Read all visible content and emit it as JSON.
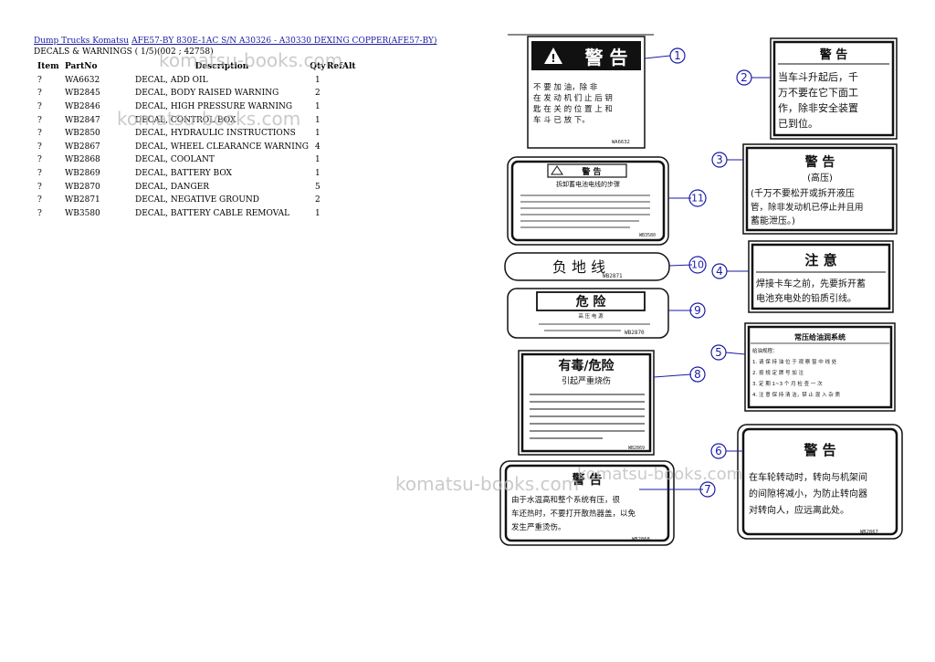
{
  "breadcrumb": {
    "link1": "Dump Trucks Komatsu",
    "link2": "AFE57-BY 830E-1AC S/N A30326 - A30330 DEXING COPPER(AFE57-BY)"
  },
  "subtitle": "DECALS & WARNINGS ( 1/5)(002 ; 42758)",
  "table": {
    "headers": {
      "item": "Item",
      "partno": "PartNo",
      "description": "Description",
      "qty": "Qty",
      "ref": "Ref",
      "alt": "Alt"
    },
    "rows": [
      {
        "item": "?",
        "partno": "WA6632",
        "description": "DECAL, ADD OIL",
        "qty": "1"
      },
      {
        "item": "?",
        "partno": "WB2845",
        "description": "DECAL, BODY RAISED WARNING",
        "qty": "2"
      },
      {
        "item": "?",
        "partno": "WB2846",
        "description": "DECAL, HIGH PRESSURE WARNING",
        "qty": "1"
      },
      {
        "item": "?",
        "partno": "WB2847",
        "description": "DECAL, CONTROL BOX",
        "qty": "1"
      },
      {
        "item": "?",
        "partno": "WB2850",
        "description": "DECAL, HYDRAULIC INSTRUCTIONS",
        "qty": "1"
      },
      {
        "item": "?",
        "partno": "WB2867",
        "description": "DECAL, WHEEL CLEARANCE WARNING",
        "qty": "4"
      },
      {
        "item": "?",
        "partno": "WB2868",
        "description": "DECAL, COOLANT",
        "qty": "1"
      },
      {
        "item": "?",
        "partno": "WB2869",
        "description": "DECAL, BATTERY BOX",
        "qty": "1"
      },
      {
        "item": "?",
        "partno": "WB2870",
        "description": "DECAL, DANGER",
        "qty": "5"
      },
      {
        "item": "?",
        "partno": "WB2871",
        "description": "DECAL, NEGATIVE GROUND",
        "qty": "2"
      },
      {
        "item": "?",
        "partno": "WB3580",
        "description": "DECAL, BATTERY CABLE REMOVAL",
        "qty": "1"
      }
    ]
  },
  "watermark": "komatsu-books.com",
  "diagram": {
    "callouts": [
      "1",
      "2",
      "3",
      "4",
      "5",
      "6",
      "7",
      "8",
      "9",
      "10",
      "11"
    ],
    "decal1": {
      "title": "警 告",
      "lines": [
        "不 要 加 油，除 非",
        "在 发 动 机 们 止 后 钥",
        "匙 在 关 的 位 置 上 和",
        "车 斗 已 放 下。"
      ],
      "code": "WA6632"
    },
    "decal2": {
      "title": "警 告",
      "lines": [
        "当车斗升起后，千",
        "万不要在它下面工",
        "作，除非安全装置",
        "已到位。"
      ]
    },
    "decal3": {
      "title": "警 告",
      "subtitle": "(高压)",
      "lines": [
        "(千万不要松开或拆开液压",
        "管，除非发动机已停止并且用",
        "蓄能泄压。)"
      ]
    },
    "decal4": {
      "title": "注 意",
      "lines": [
        "焊接卡车之前，先要拆开蓄",
        "电池充电处的铅质引线。"
      ]
    },
    "decal5": {
      "title": "常压给油润系统",
      "lines": [
        "给油规程：",
        "1. 请 保 持 油 位 于 观 察 窗 中 线 处",
        "2. 按 规 定 牌 号 加 注",
        "3. 定 期 1~3 个 月 检 查 一 次",
        "4. 注 意 保 持 清 洁，禁 止 混 入 杂 质"
      ]
    },
    "decal6": {
      "title": "警 告",
      "lines": [
        "在车轮转动时，转向与机架间",
        "的间隙将减小，为防止转向器",
        "对转向人，应远离此处。"
      ],
      "code": "WB2867"
    },
    "decal7": {
      "title": "警 告",
      "lines": [
        "由于水温高和整个系统有压，很",
        "车还热时，不要打开散热器盖，以免",
        "发生严重烫伤。"
      ],
      "code": "WB2868"
    },
    "decal8": {
      "title": "有毒/危险",
      "subtitle": "引起严重烧伤",
      "code": "WB2869"
    },
    "decal9": {
      "title": "危 险",
      "subtitle": "高 压 电 源",
      "code": "WB2870"
    },
    "decal10": {
      "text": "负  地  线",
      "code": "WB2871"
    },
    "decal11": {
      "title": "警 告",
      "subtitle": "拆卸蓄电池电线的步骤",
      "code": "WB3580"
    }
  }
}
